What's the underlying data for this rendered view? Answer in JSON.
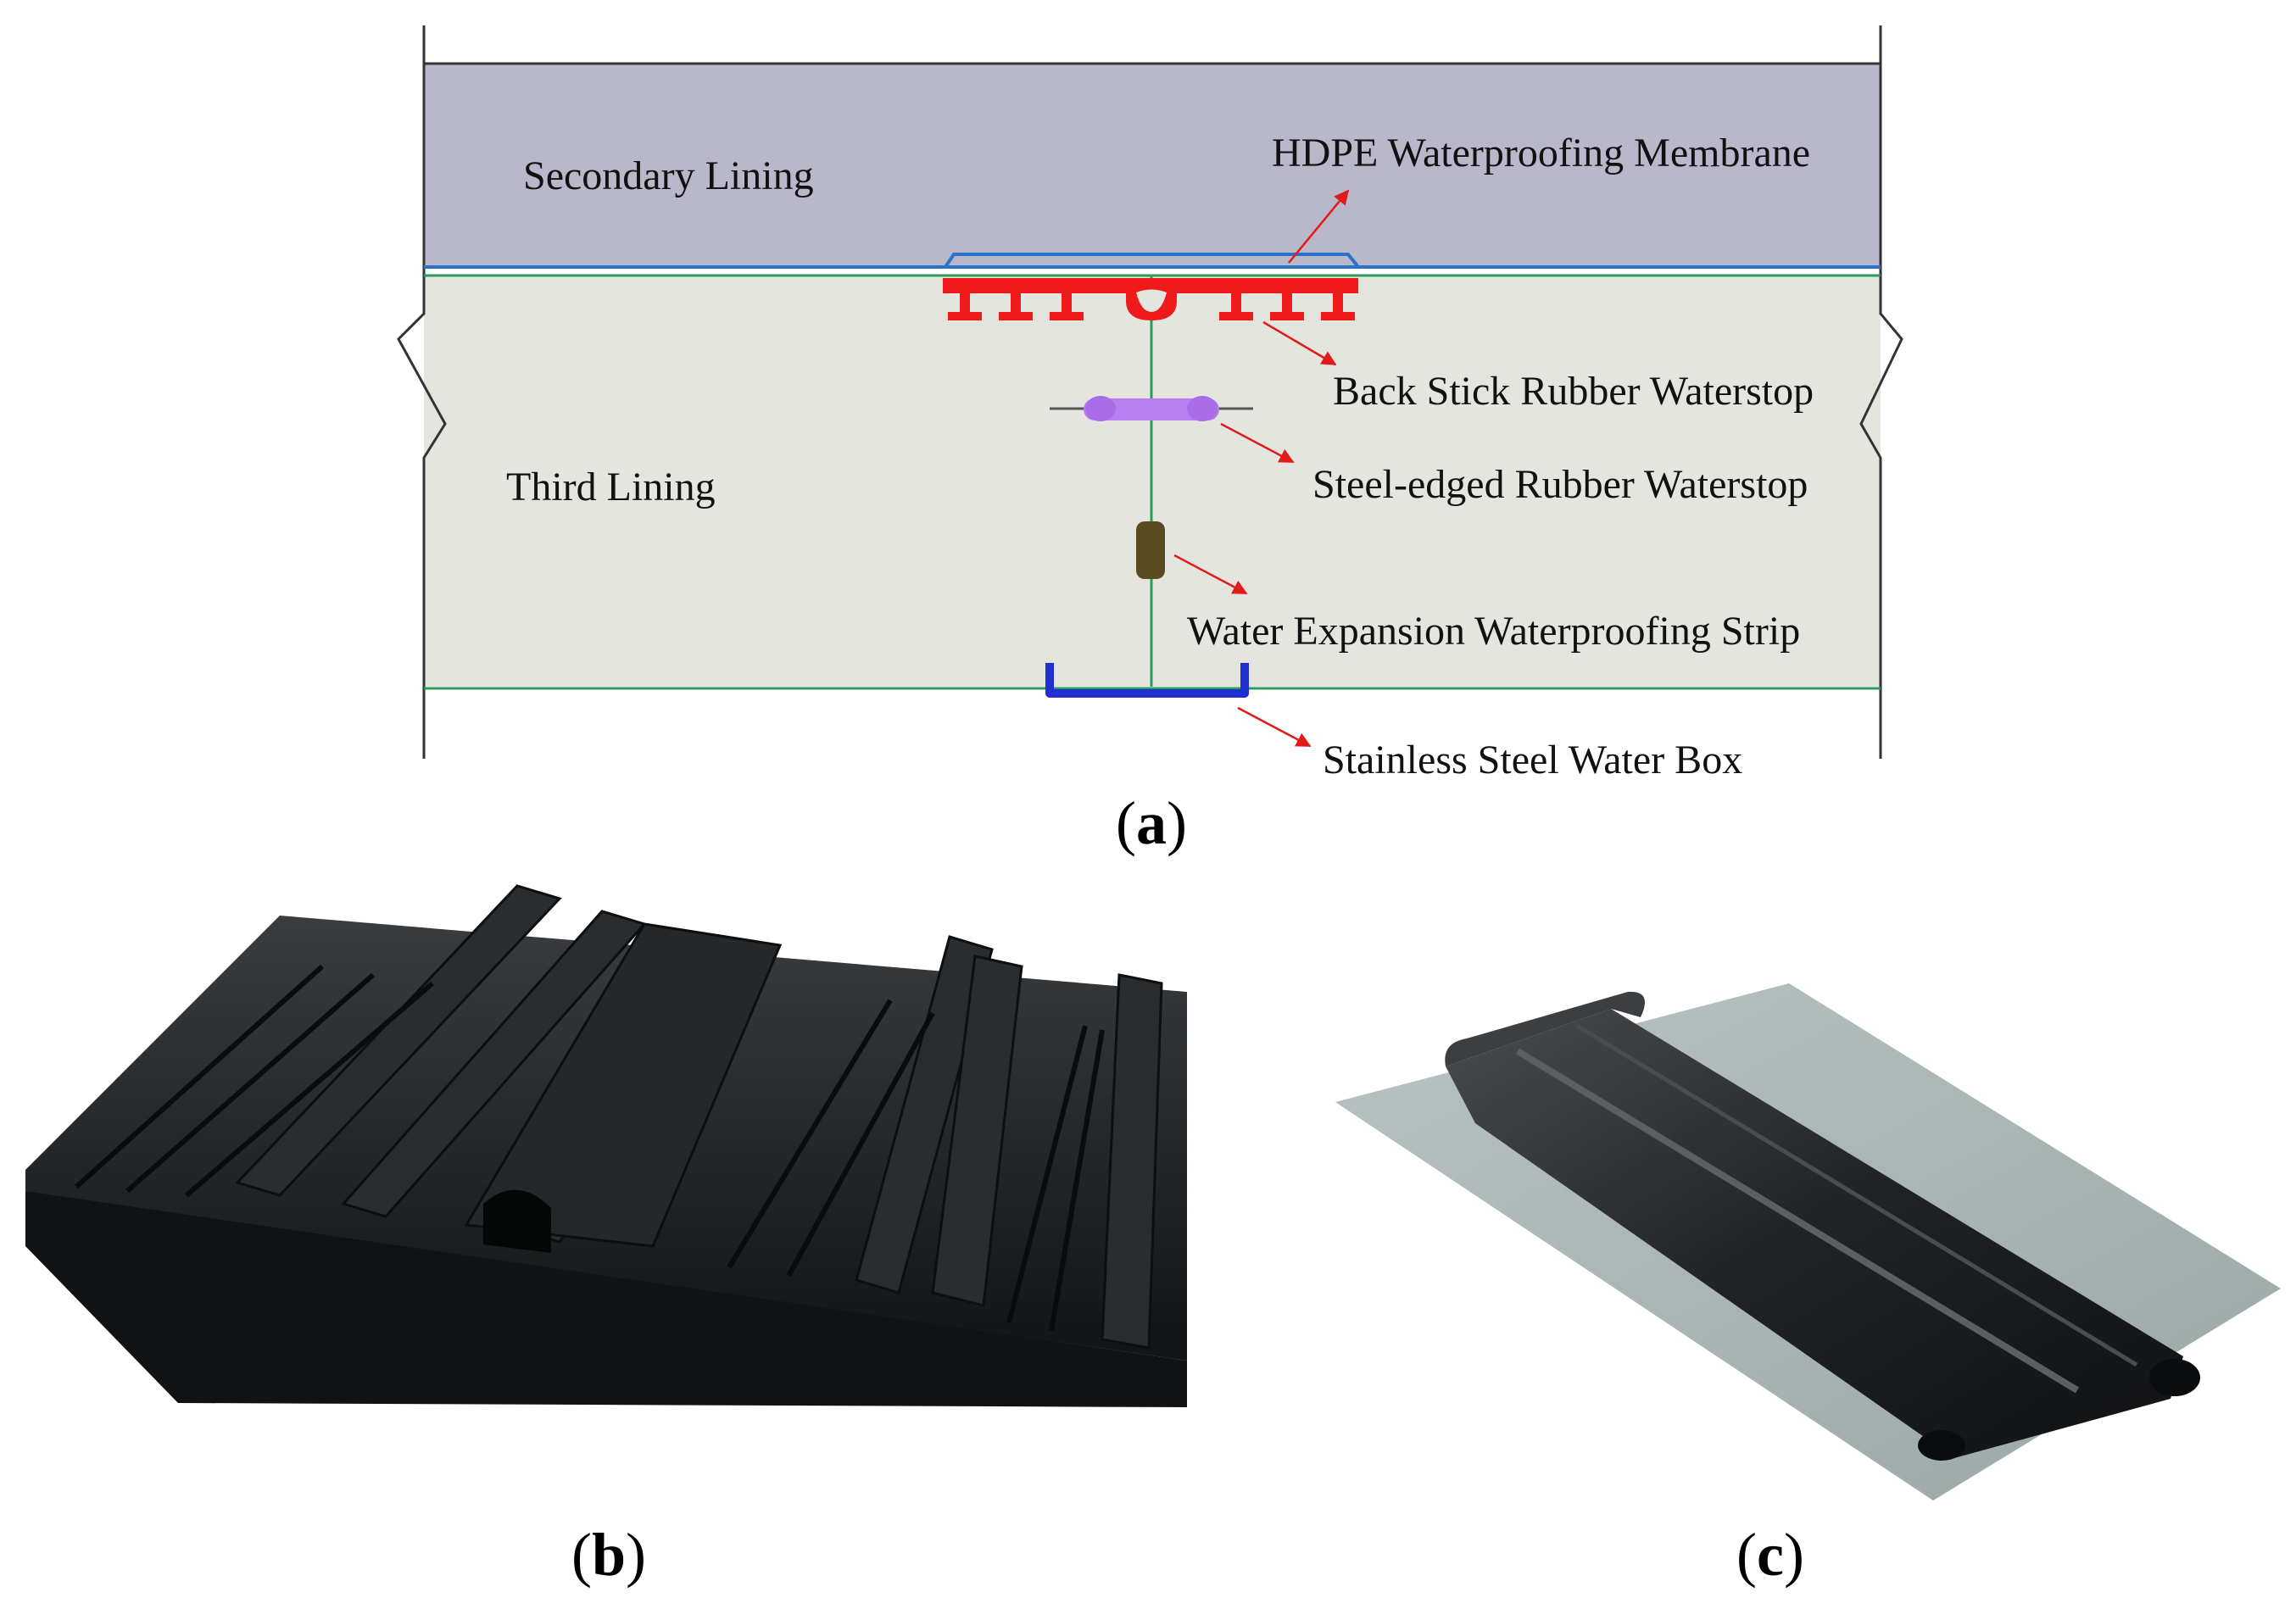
{
  "panel_a": {
    "caption": "a",
    "labels": {
      "secondary_lining": "Secondary Lining",
      "third_lining": "Third Lining",
      "hdpe_membrane": "HDPE Waterproofing Membrane",
      "back_stick_waterstop": "Back Stick Rubber Waterstop",
      "steel_edged_waterstop": "Steel-edged Rubber Waterstop",
      "expansion_strip": "Water Expansion Waterproofing Strip",
      "water_box": "Stainless Steel Water Box"
    },
    "colors": {
      "secondary_lining_fill": "#b9b8cb",
      "third_lining_fill": "#e5e5e0",
      "membrane": "#2b73c9",
      "joint_line": "#2c9b57",
      "back_stick_waterstop": "#f11a1a",
      "steel_edged_waterstop": "#b77ff0",
      "expansion_strip": "#5a4a1f",
      "water_box": "#1f2fd0",
      "leader_arrow": "#e11a1a"
    }
  },
  "panel_b": {
    "caption": "b",
    "depicts": "black rubber waterstop profile with ribs and central bulb"
  },
  "panel_c": {
    "caption": "c",
    "depicts": "black rubber waterstop strip on grey backing sheet"
  }
}
